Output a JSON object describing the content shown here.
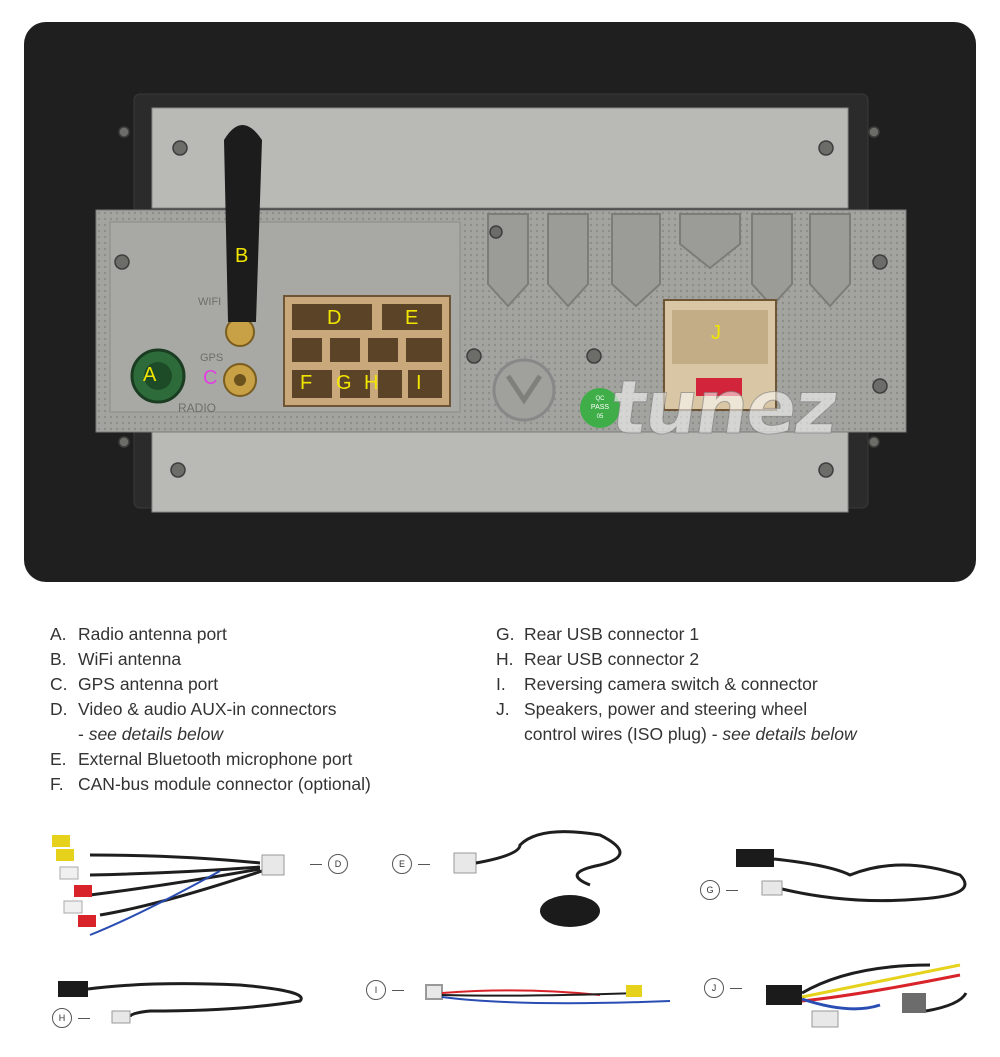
{
  "photo_labels": {
    "a": "A",
    "b": "B",
    "c": "C",
    "d": "D",
    "e": "E",
    "f": "F",
    "g": "G",
    "h": "H",
    "i": "I",
    "j": "J"
  },
  "panel_text": {
    "wifi": "WIFI",
    "gps": "GPS",
    "radio": "RADIO",
    "sticker": [
      "QC",
      "PASS",
      "05"
    ]
  },
  "watermark": "tunez",
  "legend": {
    "left": [
      {
        "key": "A.",
        "text": "Radio antenna port"
      },
      {
        "key": "B.",
        "text": "WiFi antenna"
      },
      {
        "key": "C.",
        "text": "GPS antenna port"
      },
      {
        "key": "D.",
        "text": "Video & audio AUX-in connectors",
        "cont_prefix": "- ",
        "cont_italic": "see details below"
      },
      {
        "key": "E.",
        "text": "External Bluetooth microphone port"
      },
      {
        "key": "F.",
        "text": "CAN-bus module connector (optional)"
      }
    ],
    "right": [
      {
        "key": "G.",
        "text": "Rear USB connector 1"
      },
      {
        "key": "H.",
        "text": "Rear USB connector 2"
      },
      {
        "key": "I.",
        "text": "Reversing camera switch & connector"
      },
      {
        "key": "J.",
        "text": "Speakers, power and steering wheel",
        "cont_prefix": "control wires (ISO plug) - ",
        "cont_italic": "see details below"
      }
    ]
  },
  "cable_callouts": {
    "d": "D",
    "e": "E",
    "g": "G",
    "h": "H",
    "i": "I",
    "j": "J"
  },
  "colors": {
    "frame": "#1f1f1f",
    "chassis": "#a9aaa6",
    "connector": "#c9a97c",
    "label_yellow": "#f2e600",
    "label_magenta": "#e040e0",
    "antenna_port": "#2e6b3a",
    "sticker": "#3fae49",
    "fuse": "#d2243a"
  }
}
